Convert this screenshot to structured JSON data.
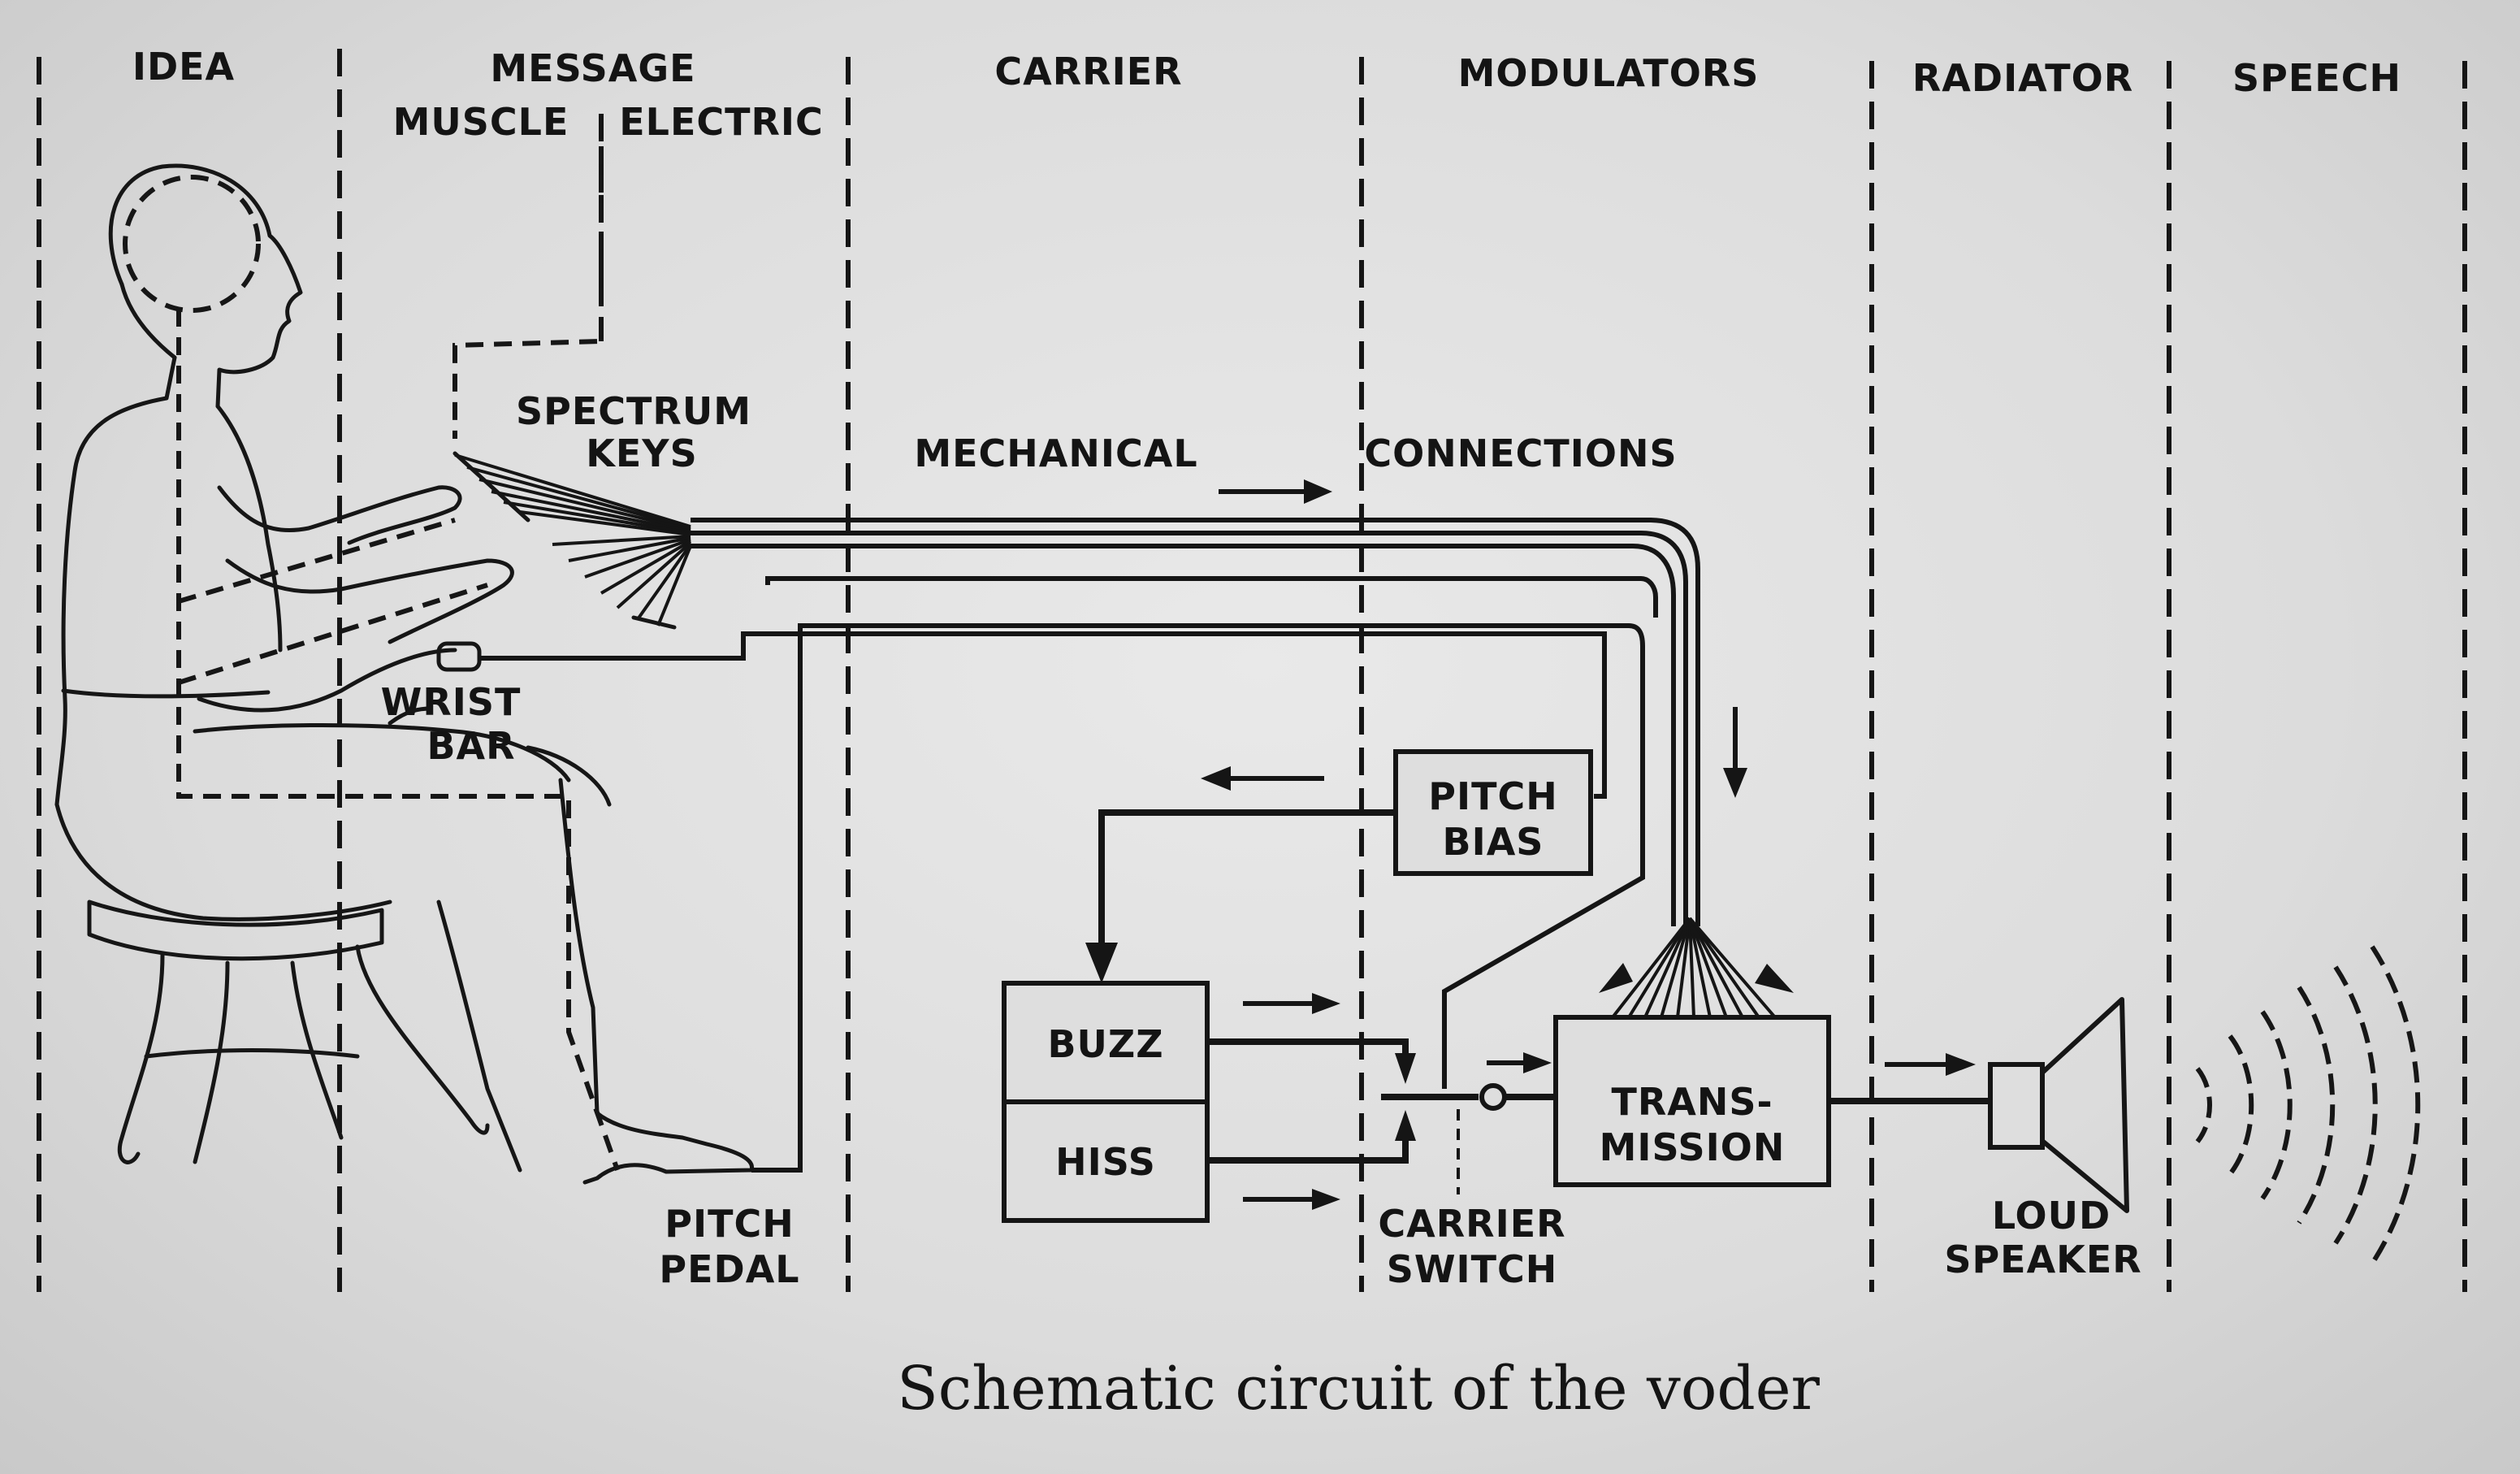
{
  "columns": {
    "idea": "IDEA",
    "message": "MESSAGE",
    "muscle": "MUSCLE",
    "electric": "ELECTRIC",
    "carrier": "CARRIER",
    "modulators": "MODULATORS",
    "radiator": "RADIATOR",
    "speech": "SPEECH"
  },
  "labels": {
    "spectrum": "SPECTRUM",
    "keys": "KEYS",
    "mechanical": "MECHANICAL",
    "connections": "CONNECTIONS",
    "wrist": "WRIST",
    "bar": "BAR",
    "pitch_pedal_1": "PITCH",
    "pitch_pedal_2": "PEDAL",
    "pitch_bias_1": "PITCH",
    "pitch_bias_2": "BIAS",
    "buzz": "BUZZ",
    "hiss": "HISS",
    "carrier_switch_1": "CARRIER",
    "carrier_switch_2": "SWITCH",
    "transmission_1": "TRANS-",
    "transmission_2": "MISSION",
    "loud_speaker_1": "LOUD",
    "loud_speaker_2": "SPEAKER"
  },
  "caption": "Schematic circuit of the voder"
}
